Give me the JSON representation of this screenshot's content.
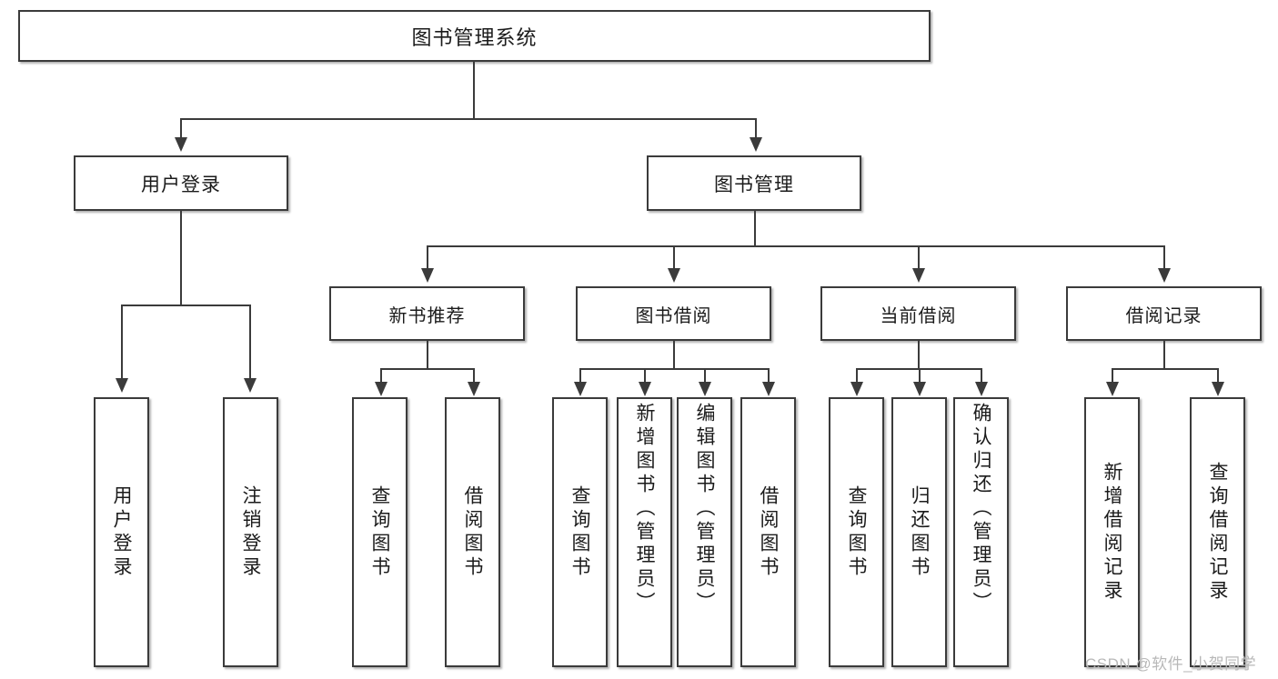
{
  "diagram": {
    "title": "图书管理系统",
    "root": {
      "label": "图书管理系统"
    },
    "tier2": [
      {
        "label": "用户登录"
      },
      {
        "label": "图书管理"
      }
    ],
    "tier3": [
      {
        "label": "新书推荐"
      },
      {
        "label": "图书借阅"
      },
      {
        "label": "当前借阅"
      },
      {
        "label": "借阅记录"
      }
    ],
    "leaves": {
      "user_login": [
        {
          "label": "用户登录"
        },
        {
          "label": "注销登录"
        }
      ],
      "new_book_recommend": [
        {
          "label": "查询图书"
        },
        {
          "label": "借阅图书"
        }
      ],
      "book_borrow": [
        {
          "label": "查询图书"
        },
        {
          "label": "新增图书（管理员）"
        },
        {
          "label": "编辑图书（管理员）"
        },
        {
          "label": "借阅图书"
        }
      ],
      "current_borrow": [
        {
          "label": "查询图书"
        },
        {
          "label": "归还图书"
        },
        {
          "label": "确认归还（管理员）"
        }
      ],
      "borrow_record": [
        {
          "label": "新增借阅记录"
        },
        {
          "label": "查询借阅记录"
        }
      ]
    }
  },
  "watermark": {
    "text": "CSDN @软件_小贺同学"
  },
  "colors": {
    "border": "#3b3b3b",
    "text": "#1b1b1b",
    "background": "#ffffff",
    "watermark": "#b8b8b8"
  }
}
